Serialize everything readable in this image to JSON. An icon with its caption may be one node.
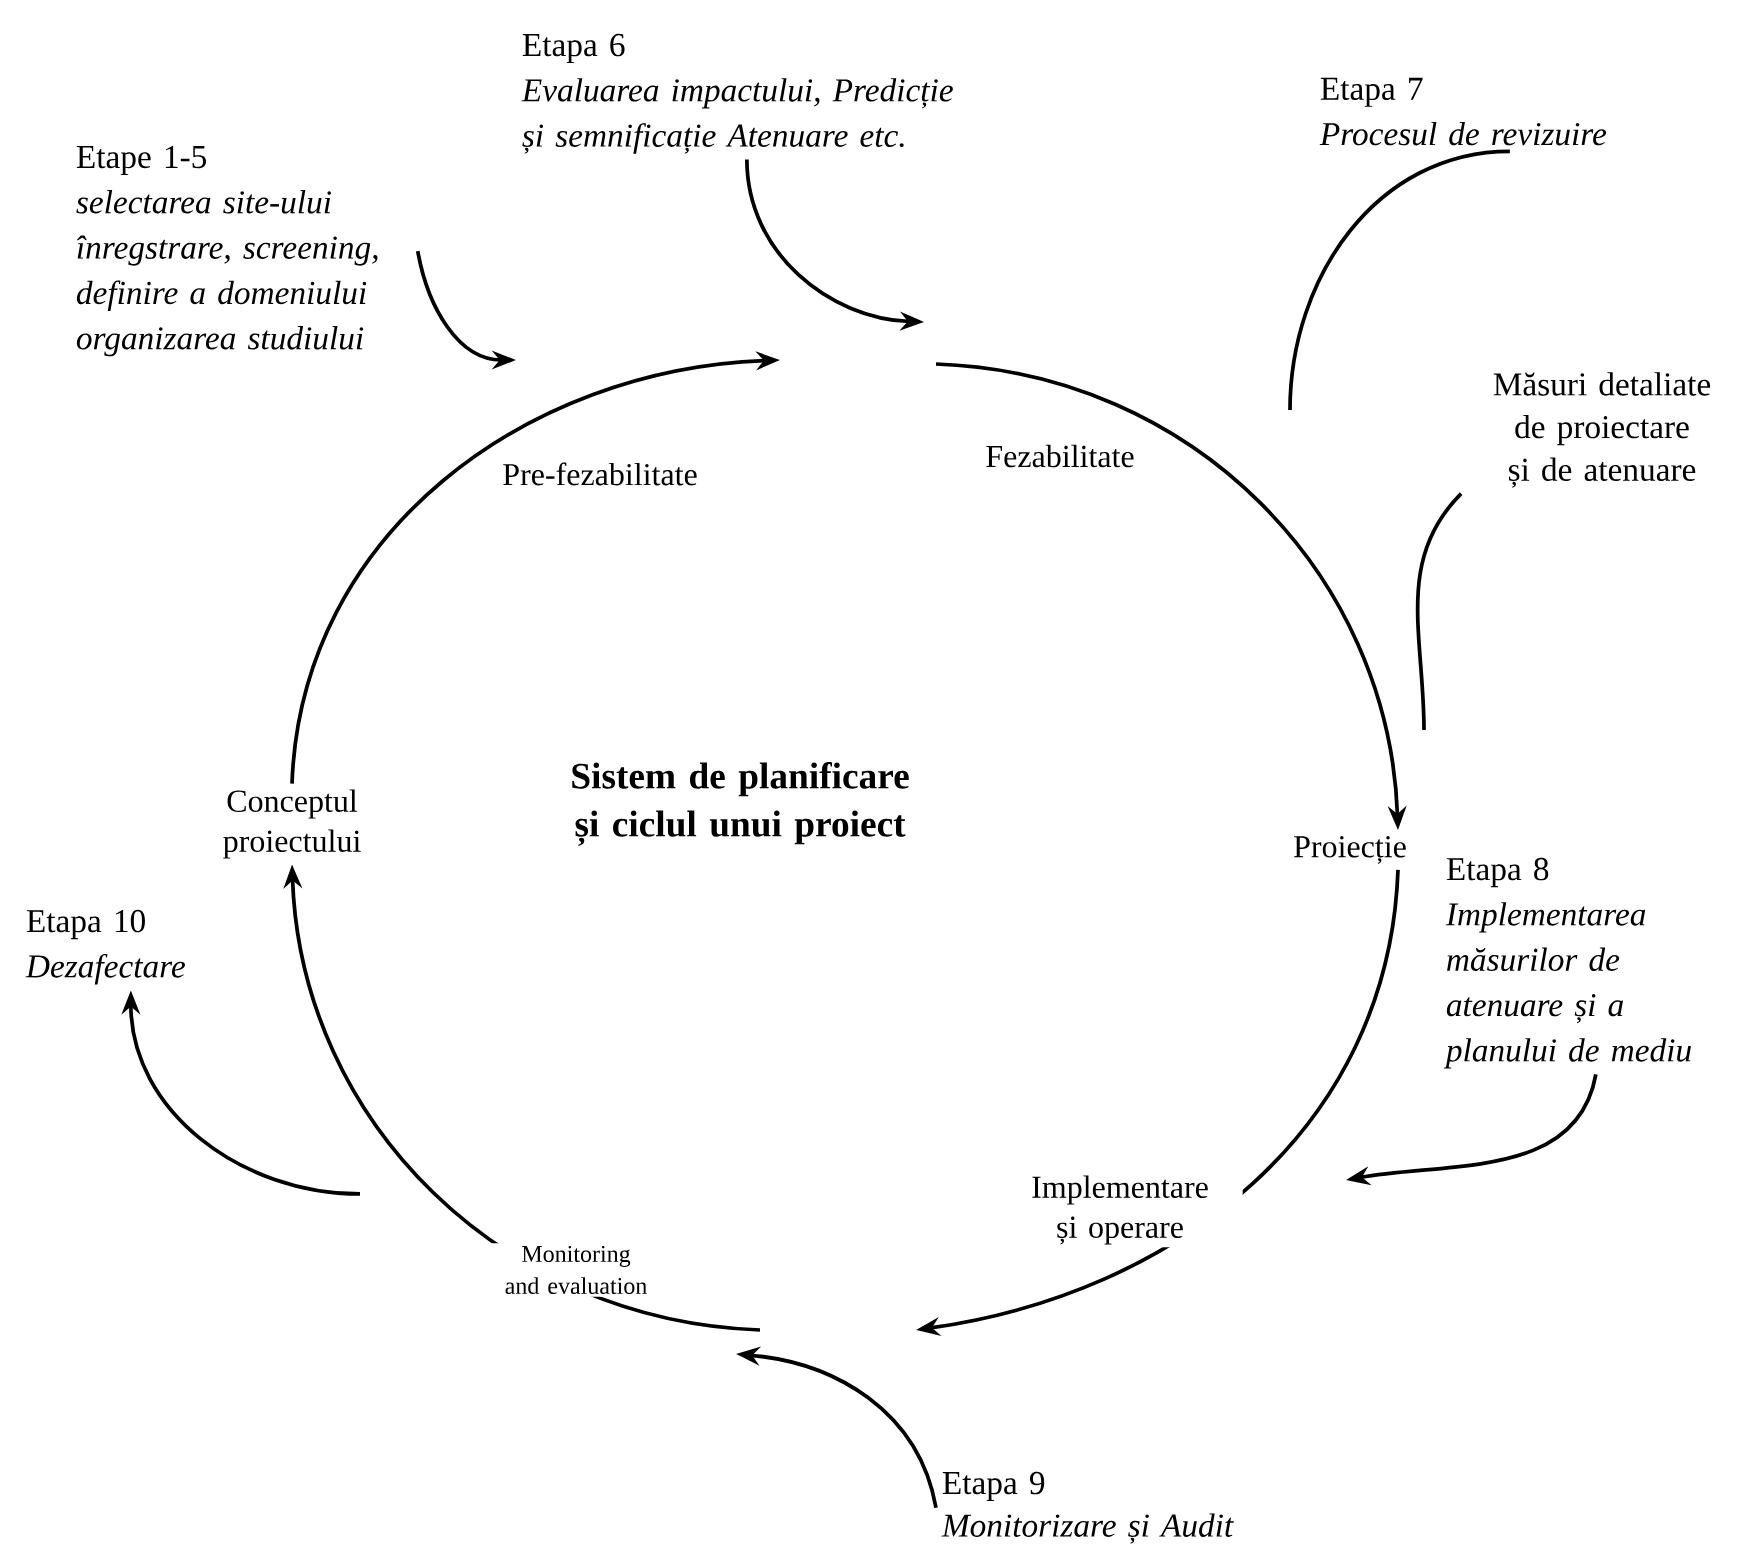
{
  "diagram": {
    "title": "Sistem de planificare și ciclul unui proiect",
    "nodes": [
      {
        "text": [
          "Etapa 6",
          "Evaluarea impactului, Predicție și semnificație Atenuare etc."
        ]
      },
      {
        "text": [
          "Etapa 7",
          "Procesul de revizuire"
        ]
      },
      {
        "text": [
          "Etape 1-5",
          "selectarea site-ului înregstrare, screening, definire a domeniului organizarea studiului"
        ]
      },
      {
        "text": [
          "Măsuri detaliate de proiectare și de atenuare"
        ]
      },
      {
        "text": [
          "Conceptul proiectului"
        ]
      },
      {
        "text": [
          "Proiecție"
        ]
      },
      {
        "text": [
          "Etapa 8",
          "Implementarea măsurilor de atenuare și a planului de mediu"
        ]
      },
      {
        "text": [
          "Etapa 10",
          "Dezafectare"
        ]
      },
      {
        "text": [
          "Etapa 9",
          "Monitorizare și Audit"
        ]
      }
    ],
    "edges": [
      {
        "from": 4,
        "to": null,
        "arrow": "to",
        "label": "Pre-fezabilitate"
      },
      {
        "from": null,
        "to": 5,
        "arrow": "to",
        "label": "Fezabilitate"
      },
      {
        "from": 5,
        "to": null,
        "arrow": "to",
        "label": "Implementare și operare"
      },
      {
        "from": null,
        "to": 4,
        "arrow": "to",
        "label": "Monitoring and evaluation"
      },
      {
        "from": 2,
        "to": null,
        "arrow": "to"
      },
      {
        "from": 0,
        "to": null,
        "arrow": "to"
      },
      {
        "from": 1,
        "to": null,
        "arrow": "none"
      },
      {
        "from": 3,
        "to": null,
        "arrow": "none"
      },
      {
        "from": 6,
        "to": null,
        "arrow": "to"
      },
      {
        "from": 8,
        "to": null,
        "arrow": "to"
      },
      {
        "from": null,
        "to": 7,
        "arrow": "to"
      }
    ]
  }
}
